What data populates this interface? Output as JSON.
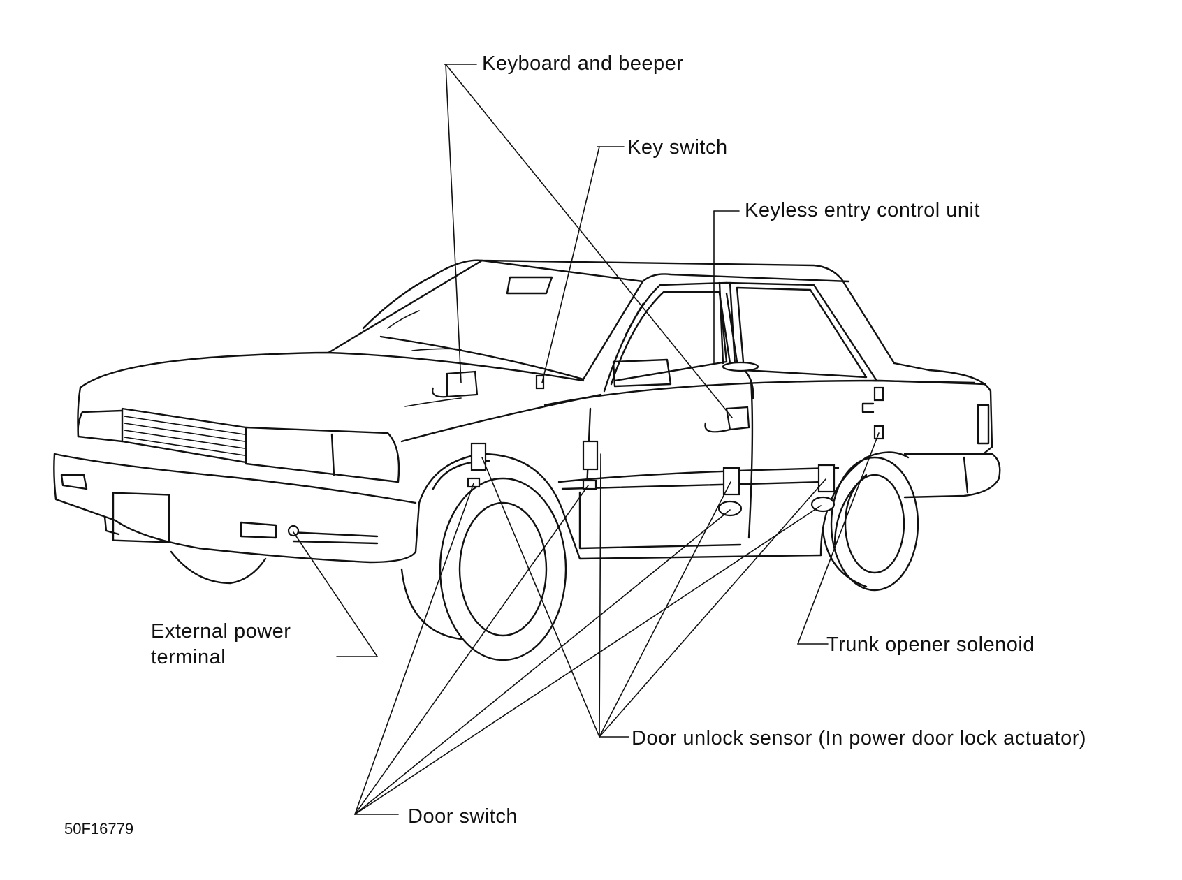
{
  "labels": {
    "keyboard_beeper": "Keyboard and beeper",
    "key_switch": "Key switch",
    "keyless_control_unit": "Keyless entry control unit",
    "external_power_1": "External power",
    "external_power_2": "terminal",
    "trunk_opener": "Trunk opener solenoid",
    "door_unlock_sensor": "Door unlock sensor (In power door lock actuator)",
    "door_switch": "Door switch"
  },
  "figure_code": "50F16779"
}
